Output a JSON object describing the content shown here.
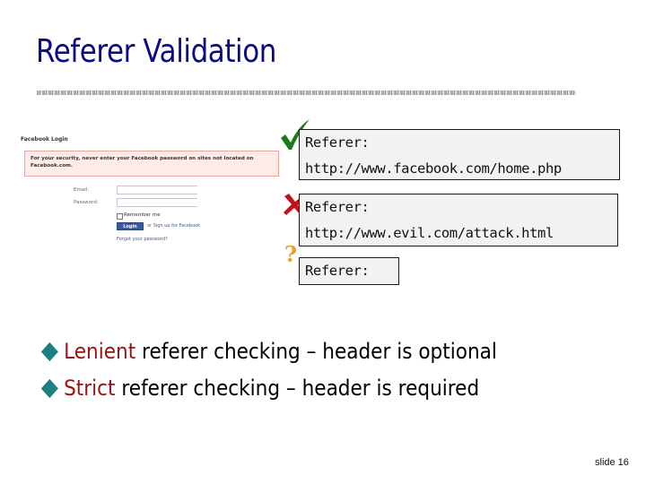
{
  "slide": {
    "title": "Referer Validation",
    "slide_number": "slide 16"
  },
  "facebook_login": {
    "heading": "Facebook Login",
    "warning": "For your security, never enter your Facebook password on sites not located on Facebook.com.",
    "email_label": "Email:",
    "password_label": "Password:",
    "remember_label": "Remember me",
    "login_button": "Login",
    "or_text": "or",
    "signup_link": "Sign up for Facebook",
    "forgot_link": "Forgot your password?"
  },
  "referer_examples": [
    {
      "status": "valid",
      "icon": "check-icon",
      "color": "#1a7a1a",
      "line1": "Referer:",
      "line2": "http://www.facebook.com/home.php"
    },
    {
      "status": "invalid",
      "icon": "cross-icon",
      "color": "#c0121a",
      "line1": "Referer:",
      "line2": "http://www.evil.com/attack.html"
    },
    {
      "status": "unknown",
      "icon": "question-icon",
      "color": "#f0a020",
      "line1": "Referer:",
      "line2": ""
    }
  ],
  "bullets": [
    {
      "keyword": "Lenient",
      "rest": " referer checking – header is optional"
    },
    {
      "keyword": "Strict",
      "rest": " referer checking – header is required"
    }
  ],
  "colors": {
    "title": "#0a0a82",
    "keyword": "#9b1414",
    "bullet": "#1a8080",
    "box_bg": "#f2f2f2"
  }
}
